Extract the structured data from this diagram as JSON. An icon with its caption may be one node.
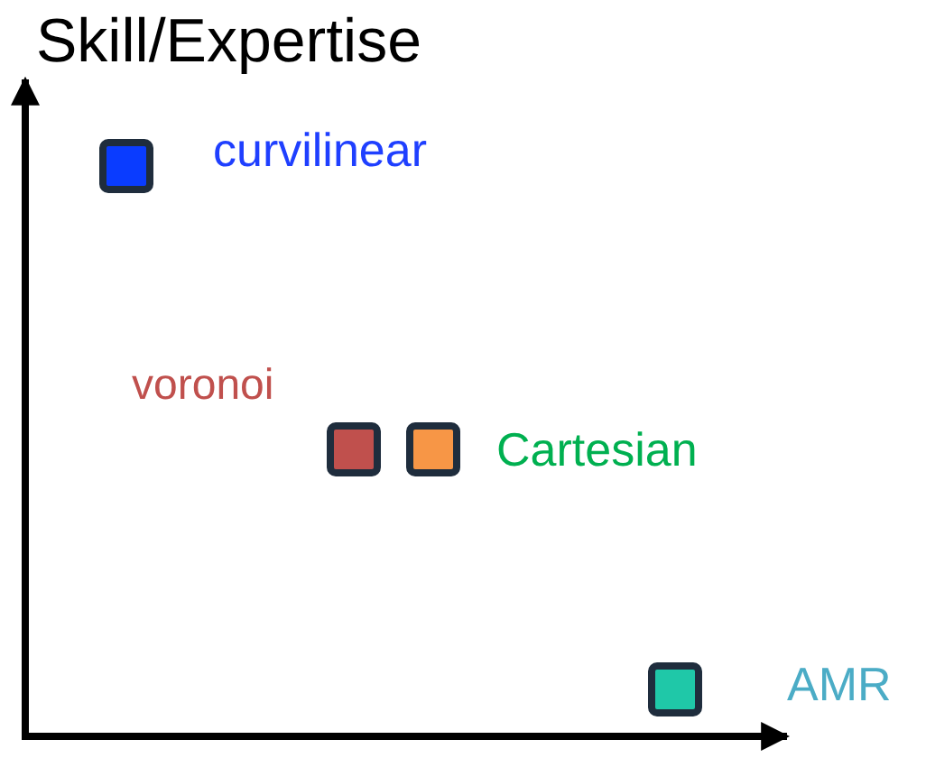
{
  "diagram": {
    "labels": [
      "Skill/Expertise",
      "curvilinear",
      "voronoi",
      "Cartesian",
      "AMR"
    ]
  }
}
